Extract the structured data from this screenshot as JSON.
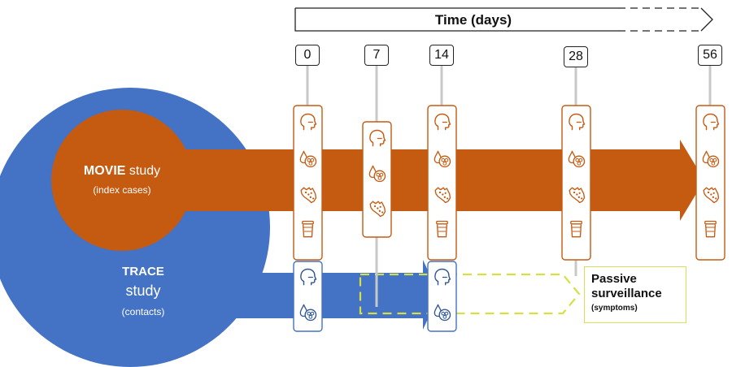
{
  "timeline": {
    "title": "Time (days)",
    "days": [
      "0",
      "7",
      "14",
      "28",
      "56"
    ]
  },
  "movie": {
    "name": "MOVIE",
    "suffix": " study",
    "subtitle": "(index cases)"
  },
  "trace": {
    "name": "TRACE",
    "line2": "study",
    "subtitle": "(contacts)"
  },
  "passive": {
    "title_line1": "Passive",
    "title_line2": "surveillance",
    "subtitle": "(symptoms)"
  },
  "colors": {
    "orange": "#c55a11",
    "blue": "#4472c4",
    "yellow": "#d4e044",
    "icon_orange": "#c55a11",
    "icon_blue": "#2f5597"
  },
  "icons": [
    "head-swab-icon",
    "blood-sample-icon",
    "skin-lesion-icon",
    "urine-cup-icon"
  ]
}
